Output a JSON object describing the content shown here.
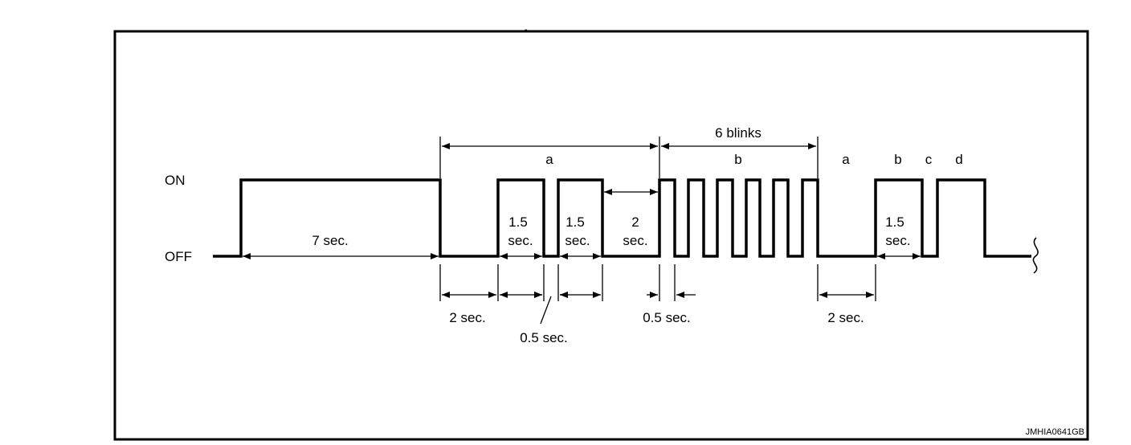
{
  "levels": {
    "on": "ON",
    "off": "OFF"
  },
  "brackets": {
    "six_blinks": "6 blinks"
  },
  "segments": {
    "a1": "a",
    "b1": "b",
    "a2": "a",
    "b2": "b",
    "c": "c",
    "d": "d"
  },
  "durations": {
    "seven_sec": "7 sec.",
    "p1_num": "1.5",
    "p1_unit": "sec.",
    "p2_num": "1.5",
    "p2_unit": "sec.",
    "gap_num": "2",
    "gap_unit": "sec.",
    "p3_num": "1.5",
    "p3_unit": "sec.",
    "two_sec_1": "2 sec.",
    "half_sec_1": "0.5 sec.",
    "half_sec_2": "0.5 sec.",
    "two_sec_2": "2 sec."
  },
  "figure_id": "JMHIA0641GB",
  "header_fragment": "-"
}
